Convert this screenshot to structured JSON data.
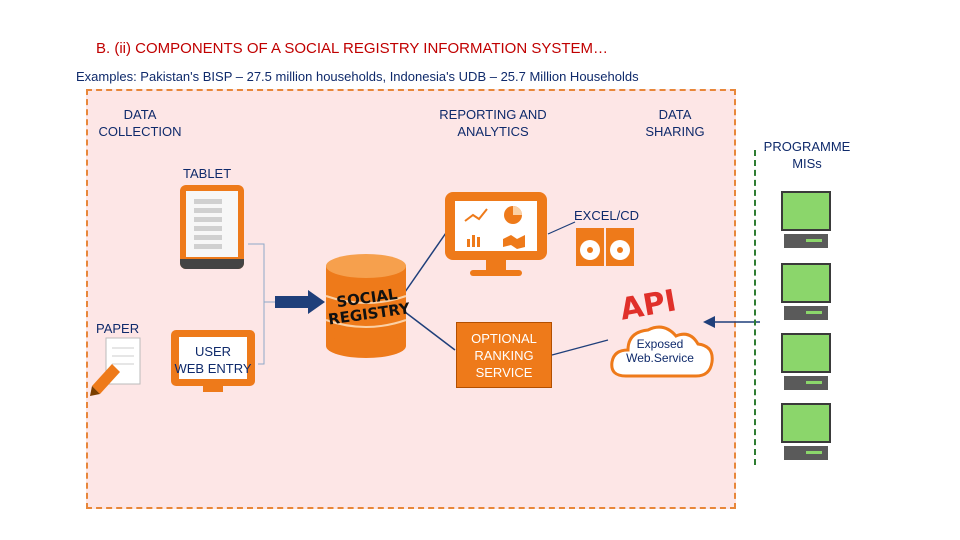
{
  "title": "B. (ii) COMPONENTS OF A SOCIAL REGISTRY INFORMATION SYSTEM…",
  "subtitle": "Examples: Pakistan's BISP – 27.5 million households, Indonesia's UDB – 25.7 Million Households",
  "labels": {
    "data_collection": [
      "DATA",
      "COLLECTION"
    ],
    "reporting": [
      "REPORTING AND",
      "ANALYTICS"
    ],
    "data_sharing": [
      "DATA",
      "SHARING"
    ],
    "programme_mis": [
      "PROGRAMME",
      "MISs"
    ],
    "tablet": "TABLET",
    "excel_cd": "EXCEL/CD",
    "paper": "PAPER",
    "user_web_entry": [
      "USER",
      "WEB ENTRY"
    ],
    "social_registry": [
      "SOCIAL",
      "REGISTRY"
    ],
    "optional_ranking": [
      "OPTIONAL",
      "RANKING",
      "SERVICE"
    ],
    "api": "API",
    "exposed_webservice": [
      "Exposed",
      "Web.Service"
    ]
  },
  "colors": {
    "title": "#c00000",
    "text": "#0f2a6b",
    "accent_orange": "#ee7a1a",
    "panel_bg": "#fde6e6",
    "api_red": "#e0302a",
    "pc_green": "#8bd66b",
    "arrow_blue": "#1f3f7a"
  },
  "icons": [
    "tablet-icon",
    "paper-form-icon",
    "monitor-icon",
    "database-icon",
    "chart-monitor-icon",
    "cd-icon",
    "cloud-icon",
    "computer-icon"
  ]
}
